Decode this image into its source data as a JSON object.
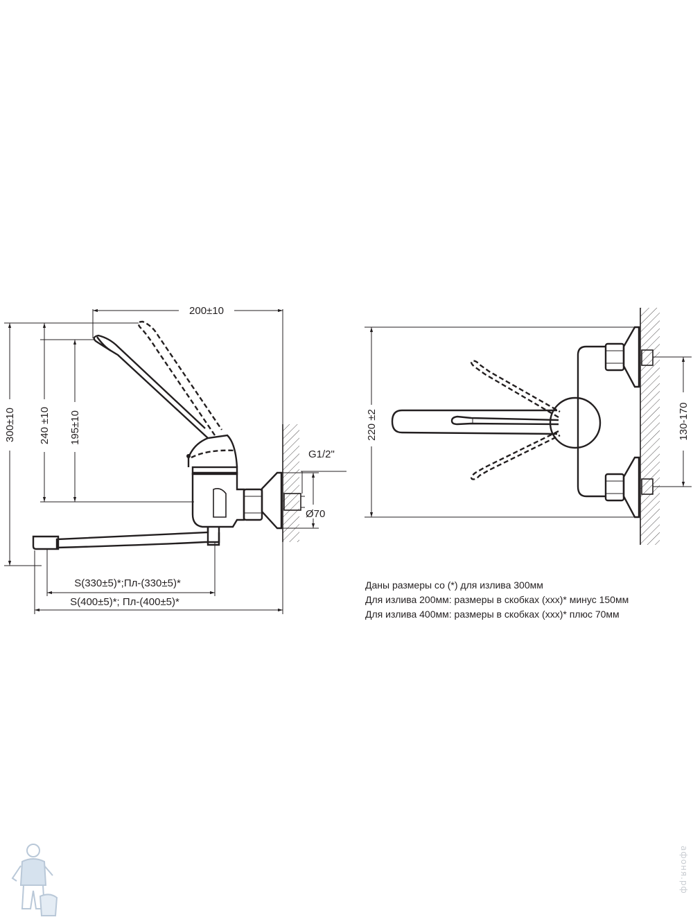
{
  "side_view": {
    "dim_width_top": "200±10",
    "dim_height_total": "300±10",
    "dim_height_mid": "240 ±10",
    "dim_height_inner": "195±10",
    "thread": "G1/2\"",
    "flange_diameter": "Ø70",
    "dim_spout_short": "S(330±5)*;Пл-(330±5)*",
    "dim_spout_long": "S(400±5)*; Пл-(400±5)*"
  },
  "top_view": {
    "dim_height": "220 ±2",
    "dim_centers": "130-170"
  },
  "notes": [
    "Даны размеры со (*) для излива 300мм",
    "Для излива 200мм: размеры в скобках (xxx)* минус 150мм",
    "Для излива 400мм: размеры в скобках (xxx)* плюс 70мм"
  ],
  "watermark": "афоня.рф"
}
